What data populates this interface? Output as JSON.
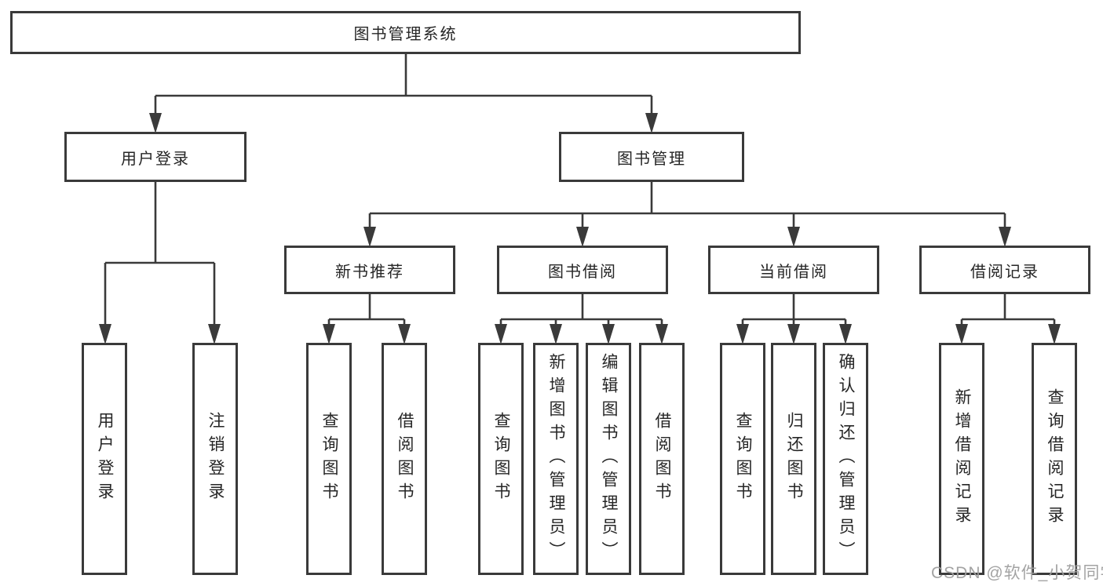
{
  "diagram": {
    "root": {
      "label": "图书管理系统"
    },
    "level2": [
      {
        "id": "user-login",
        "label": "用户登录"
      },
      {
        "id": "book-management",
        "label": "图书管理"
      }
    ],
    "level3": [
      {
        "id": "new-book-recommendation",
        "parent": "图书管理",
        "label": "新书推荐"
      },
      {
        "id": "book-borrowing",
        "parent": "图书管理",
        "label": "图书借阅"
      },
      {
        "id": "current-borrowing",
        "parent": "图书管理",
        "label": "当前借阅"
      },
      {
        "id": "borrowing-records",
        "parent": "图书管理",
        "label": "借阅记录"
      }
    ],
    "leaves": [
      {
        "parent": "用户登录",
        "label": "用户登录"
      },
      {
        "parent": "用户登录",
        "label": "注销登录"
      },
      {
        "parent": "新书推荐",
        "label": "查询图书"
      },
      {
        "parent": "新书推荐",
        "label": "借阅图书"
      },
      {
        "parent": "图书借阅",
        "label": "查询图书"
      },
      {
        "parent": "图书借阅",
        "label": "新增图书（管理员）"
      },
      {
        "parent": "图书借阅",
        "label": "编辑图书（管理员）"
      },
      {
        "parent": "图书借阅",
        "label": "借阅图书"
      },
      {
        "parent": "当前借阅",
        "label": "查询图书"
      },
      {
        "parent": "当前借阅",
        "label": "归还图书"
      },
      {
        "parent": "当前借阅",
        "label": "确认归还（管理员）"
      },
      {
        "parent": "借阅记录",
        "label": "新增借阅记录"
      },
      {
        "parent": "借阅记录",
        "label": "查询借阅记录"
      }
    ]
  },
  "watermark": {
    "text": "CSDN @软件_小贺同学"
  },
  "colors": {
    "line": "#3a3a3a",
    "box_border": "#3a3a3a",
    "box_fill": "#ffffff",
    "text": "#262626",
    "watermark": "#9e9e9e"
  }
}
